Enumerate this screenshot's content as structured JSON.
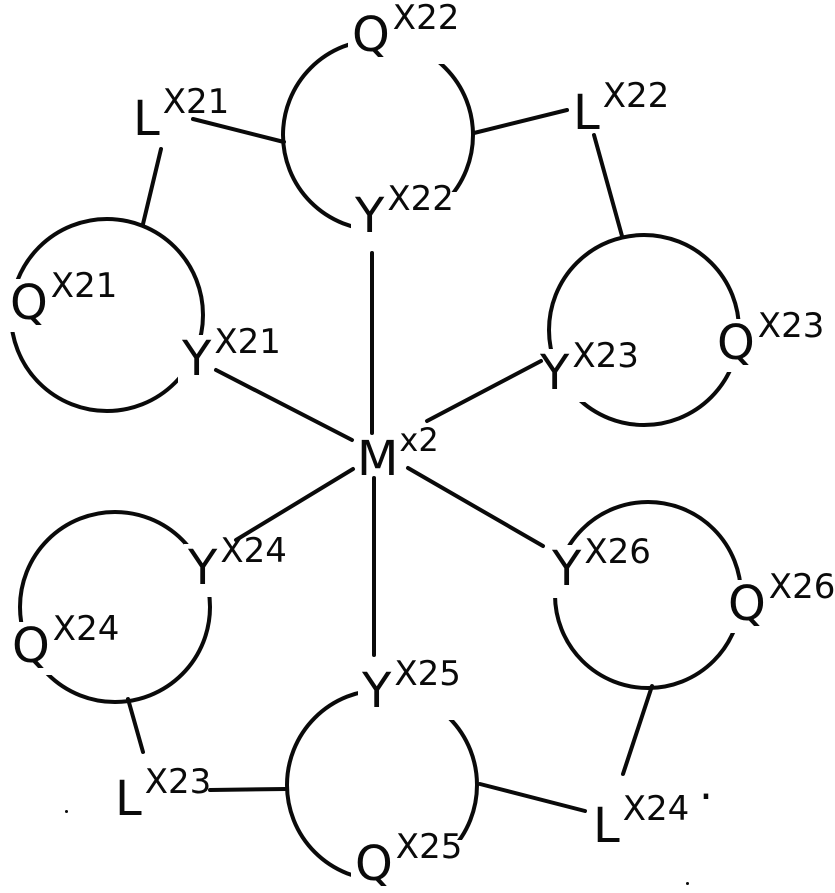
{
  "figure": {
    "kind": "coordination-complex-structure",
    "description": "Central metal M with six fused ligand rings",
    "colors": {
      "ink": "#0a0a0a",
      "background": "#ffffff"
    }
  },
  "labels": [
    {
      "main": "Q",
      "sup": "X22"
    },
    {
      "main": "L",
      "sup": "X21"
    },
    {
      "main": "L",
      "sup": "X22"
    },
    {
      "main": "Q",
      "sup": "X21"
    },
    {
      "main": "Y",
      "sup": "X22"
    },
    {
      "main": "Y",
      "sup": "X21"
    },
    {
      "main": "Y",
      "sup": "X23"
    },
    {
      "main": "Q",
      "sup": "X23"
    },
    {
      "main": "M",
      "sup": "x2"
    },
    {
      "main": "Y",
      "sup": "X24"
    },
    {
      "main": "Q",
      "sup": "X24"
    },
    {
      "main": "Y",
      "sup": "X26"
    },
    {
      "main": "Q",
      "sup": "X26"
    },
    {
      "main": "Y",
      "sup": "X25"
    },
    {
      "main": "Q",
      "sup": "X25"
    },
    {
      "main": "L",
      "sup": "X23"
    },
    {
      "main": "L",
      "sup": "X24"
    }
  ],
  "marks": {
    "period": "."
  }
}
